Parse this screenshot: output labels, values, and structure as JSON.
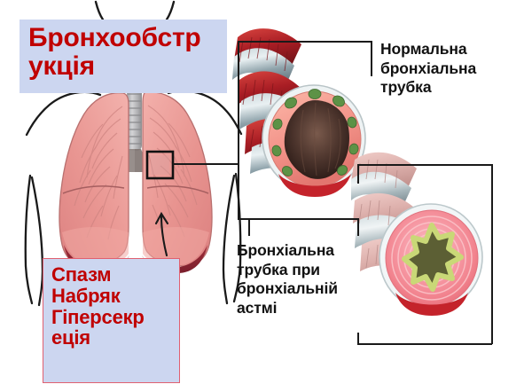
{
  "page": {
    "language": "uk",
    "subject": "Бронхообструкція — порівняння нормальної та астматичної бронхіальної трубки",
    "background_color": "#ffffff"
  },
  "colors": {
    "callout_background": "#ccd6f0",
    "callout_text": "#c00000",
    "callout_border": "#e06070",
    "label_text": "#111111",
    "rule": "#1a1a1a",
    "lung_pink": "#e8908f",
    "lung_pink_light": "#f2aca8",
    "diaphragm_dark_red": "#8e2433",
    "trachea_gray": "#b9b9bb",
    "cartilage_steel": "#9fb0b6",
    "cartilage_red": "#b42025",
    "cartilage_pink": "#e2b0ae",
    "mucosa_salmon": "#f39a8e",
    "mucosa_pink": "#f4a0a8",
    "gland_green": "#5d9246",
    "lumen_dark": "#4a332c",
    "asthma_lumen_outline": "#c9d877",
    "asthma_lumen_fill": "#5c5f34"
  },
  "title_box": {
    "name": "Бронхообструкція",
    "lines": [
      "Бронхообстр",
      "укція"
    ]
  },
  "symptoms_box": {
    "name": "Симптоми бронхообструкції",
    "lines": [
      "Спазм",
      "Набряк",
      "Гіперсекр",
      "еція"
    ],
    "items": [
      "Спазм",
      "Набряк",
      "Гіперсекреція"
    ]
  },
  "label_normal": {
    "lines": [
      "Нормальна",
      "бронхіальна",
      "трубка"
    ],
    "text": "Нормальна бронхіальна трубка"
  },
  "label_asthma": {
    "lines": [
      "Бронхіальна",
      "трубка при",
      "бронхіальній",
      "астмі"
    ],
    "text": "Бронхіальна трубка при бронхіальній астмі"
  },
  "illustrations": {
    "body": {
      "name": "Торс із легенями та трахеєю",
      "parts": [
        "шия",
        "плечі",
        "руки",
        "трахея",
        "права легеня",
        "ліва легеня",
        "діафрагма"
      ],
      "zoom_marker": "Квадратна рамка виділення на лівій легені"
    },
    "tube_normal": {
      "name": "Нормальна бронхіальна трубка",
      "features": [
        "хрящові кільця",
        "гладкий м'яз",
        "слизова оболонка",
        "слизові залози",
        "широкий просвіт"
      ]
    },
    "tube_asthma": {
      "name": "Бронхіальна трубка при бронхіальній астмі",
      "features": [
        "потовщена стінка",
        "набряк слизової",
        "звужений зірчастий просвіт",
        "спазм м'язів"
      ]
    }
  }
}
